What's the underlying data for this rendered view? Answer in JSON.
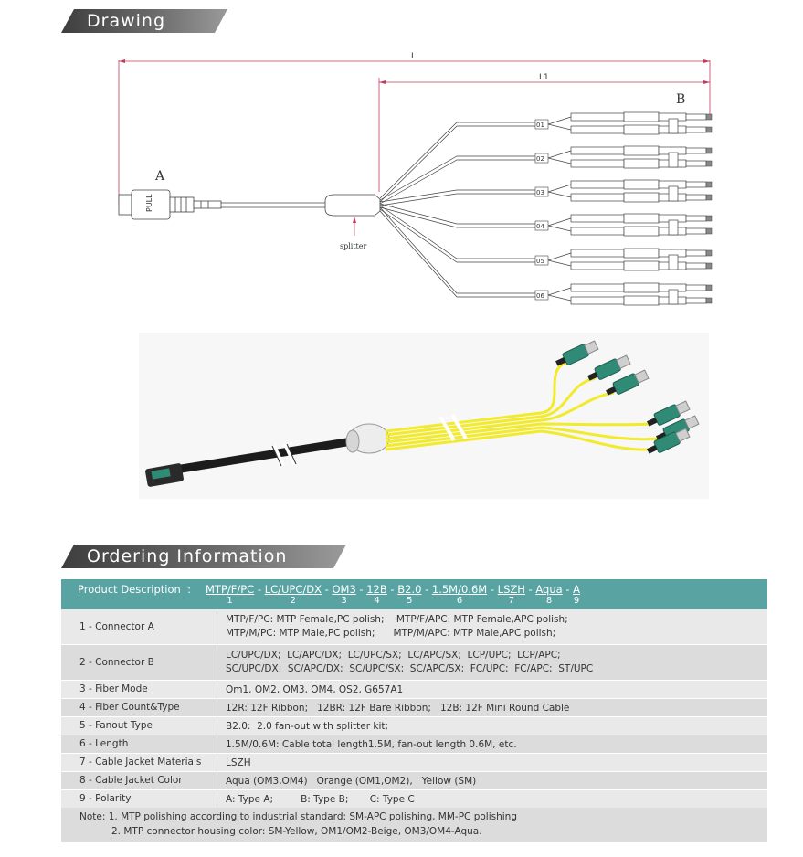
{
  "sections": {
    "drawing_title": "Drawing",
    "ordering_title": "Ordering Information"
  },
  "drawing": {
    "dim_L": "L",
    "dim_L1": "L1",
    "end_A": "A",
    "end_B": "B",
    "pull_label": "PULL",
    "splitter_label": "splitter",
    "legs": [
      "01",
      "02",
      "03",
      "04",
      "05",
      "06"
    ]
  },
  "order": {
    "header_label": "Product Description  :",
    "code_parts": [
      "MTP/F/PC",
      "LC/UPC/DX",
      "OM3",
      "12B",
      "B2.0",
      "1.5M/0.6M",
      "LSZH",
      "Aqua",
      "A"
    ],
    "part_numbers": [
      "1",
      "2",
      "3",
      "4",
      "5",
      "6",
      "7",
      "8",
      "9"
    ],
    "separator": "-",
    "rows": [
      {
        "label": "1 - Connector A",
        "lines": [
          "MTP/F/PC: MTP Female,PC polish;    MTP/F/APC: MTP Female,APC polish;",
          "MTP/M/PC: MTP Male,PC polish;      MTP/M/APC: MTP Male,APC polish;"
        ]
      },
      {
        "label": "2 - Connector B",
        "lines": [
          "LC/UPC/DX;  LC/APC/DX;  LC/UPC/SX;  LC/APC/SX;  LCP/UPC;  LCP/APC;",
          "SC/UPC/DX;  SC/APC/DX;  SC/UPC/SX;  SC/APC/SX;  FC/UPC;  FC/APC;  ST/UPC"
        ]
      },
      {
        "label": "3 - Fiber Mode",
        "lines": [
          "Om1, OM2, OM3, OM4, OS2, G657A1"
        ]
      },
      {
        "label": "4 - Fiber Count&Type",
        "lines": [
          "12R: 12F Ribbon;   12BR: 12F Bare Ribbon;   12B: 12F Mini Round Cable"
        ]
      },
      {
        "label": "5 - Fanout Type",
        "lines": [
          "B2.0:  2.0 fan-out with splitter kit;"
        ]
      },
      {
        "label": "6 - Length",
        "lines": [
          "1.5M/0.6M: Cable total length1.5M, fan-out length 0.6M, etc."
        ]
      },
      {
        "label": "7 - Cable Jacket Materials",
        "lines": [
          "LSZH"
        ]
      },
      {
        "label": "8 - Cable Jacket Color",
        "lines": [
          "Aqua (OM3,OM4)   Orange (OM1,OM2),   Yellow (SM)"
        ]
      },
      {
        "label": "9 - Polarity",
        "lines": [
          "A: Type A;         B: Type B;       C: Type C"
        ]
      }
    ],
    "notes": [
      "Note:  1. MTP polishing according to industrial standard: SM-APC polishing, MM-PC polishing",
      "2. MTP connector housing color: SM-Yellow, OM1/OM2-Beige, OM3/OM4-Aqua."
    ]
  },
  "colors": {
    "header_bg": "#5aa3a3",
    "cable_yellow": "#f2ea2c",
    "connector_green": "#2f8a76"
  }
}
